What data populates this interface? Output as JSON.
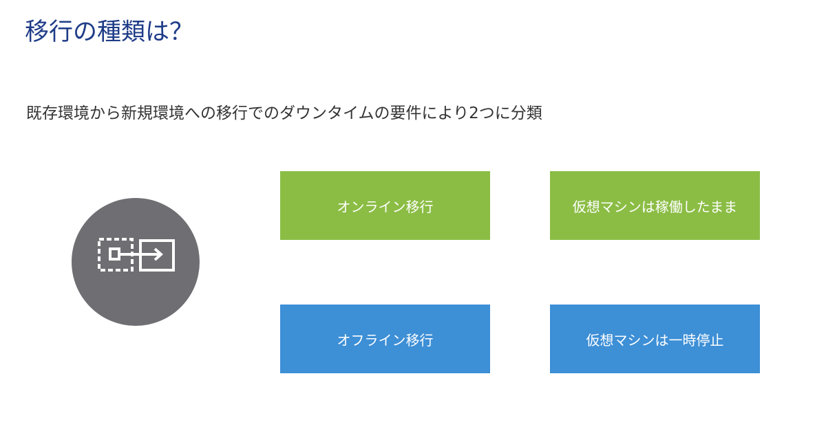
{
  "title": "移行の種類は？",
  "subtitle": "既存環境から新規環境への移行でのダウンタイムの要件により2つに分類",
  "icon": "migration-icon",
  "colors": {
    "title": "#1f3c88",
    "green": "#8bbd45",
    "blue": "#3d8fd6",
    "circle": "#6e6e73"
  },
  "rows": [
    {
      "type_label": "オンライン移行",
      "description": "仮想マシンは稼働したまま"
    },
    {
      "type_label": "オフライン移行",
      "description": "仮想マシンは一時停止"
    }
  ]
}
